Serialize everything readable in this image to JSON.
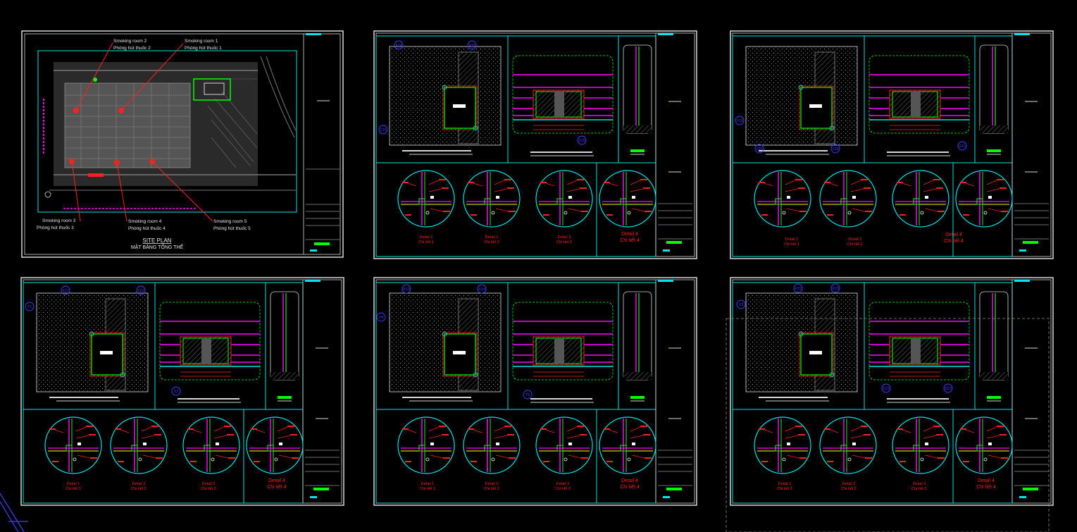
{
  "site_plan": {
    "callouts": [
      {
        "en": "Smoking room 2",
        "vi": "Phòng hút thuốc 2"
      },
      {
        "en": "Smoking room 1",
        "vi": "Phòng hút thuốc 1"
      },
      {
        "en": "Smoking room 3",
        "vi": "Phòng hút thuốc 3"
      },
      {
        "en": "Smoking room 4",
        "vi": "Phòng hút thuốc 4"
      },
      {
        "en": "Smoking room 5",
        "vi": "Phòng hút thuốc 5"
      }
    ],
    "title": "SITE PLAN",
    "subtitle": "MẶT BẰNG TỔNG THỂ"
  },
  "sheets": [
    {
      "grid_marks": [
        "X14",
        "X15",
        "Y15",
        "X15"
      ]
    },
    {
      "grid_marks": [
        "Y15",
        "X20",
        "X21",
        "X21"
      ]
    },
    {
      "grid_marks": [
        "X22",
        "X23",
        "Y1",
        "X3"
      ]
    },
    {
      "grid_marks": [
        "X13",
        "X14",
        "Y4",
        "Y5"
      ]
    },
    {
      "grid_marks": [
        "X22",
        "X23",
        "Y3",
        "X22",
        "X23"
      ]
    }
  ],
  "details": [
    {
      "en": "Detail 1",
      "vi": "Chi tiết 1"
    },
    {
      "en": "Detail 2",
      "vi": "Chi tiết 2"
    },
    {
      "en": "Detail 3",
      "vi": "Chi tiết 3"
    },
    {
      "en": "Detail 4",
      "vi": "Chi tiết 4"
    }
  ],
  "colors": {
    "frame": "#d8d8d8",
    "cyan": "#00e5e5",
    "red": "#ff2020",
    "magenta": "#ff00ff",
    "green": "#00ff00",
    "yellow": "#ffff00",
    "blue": "#4040ff",
    "gray": "#8a8a8a"
  }
}
